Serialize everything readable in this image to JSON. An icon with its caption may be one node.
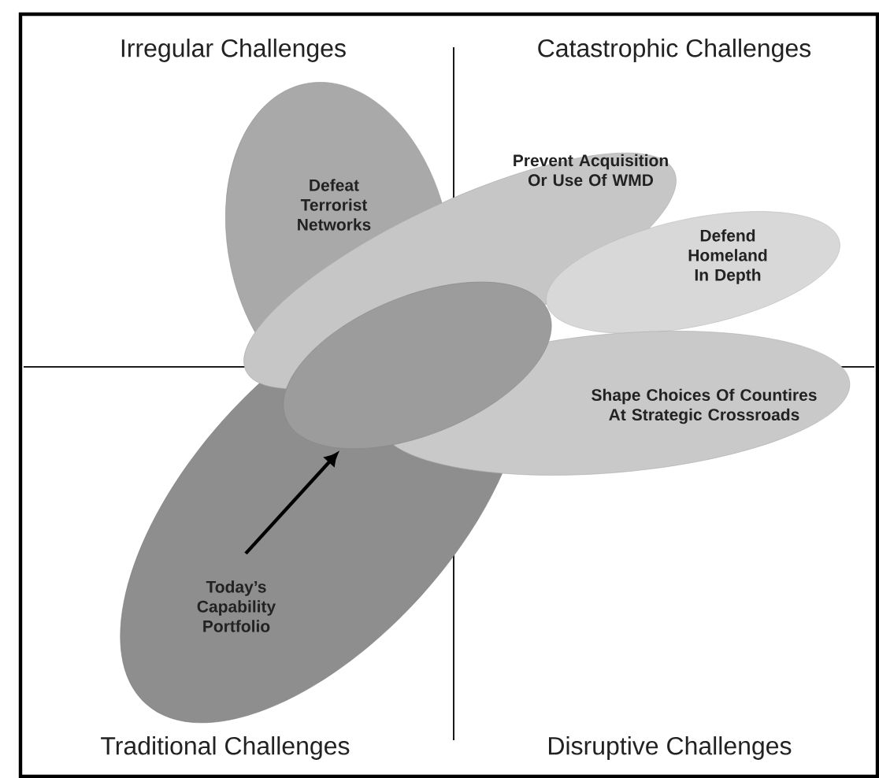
{
  "diagram": {
    "nodes": [
      {
        "text": [
          "Defeat Terrorist Networks"
        ]
      },
      {
        "text": [
          "Prevent Acquisition Or Use Of WMD"
        ]
      },
      {
        "text": [
          "Defend Homeland In Depth"
        ]
      },
      {
        "text": [
          "Shape Choices Of Countires At Strategic Crossroads"
        ]
      },
      {
        "text": [
          "Today’s Capability Portfolio"
        ]
      },
      {
        "text": [],
        "shape": "ellipse"
      }
    ],
    "edges": [
      {
        "from": 4,
        "to": 5,
        "arrow": "to"
      }
    ],
    "labels": [
      "Irregular Challenges",
      "Catastrophic Challenges",
      "Traditional Challenges",
      "Disruptive Challenges"
    ]
  }
}
